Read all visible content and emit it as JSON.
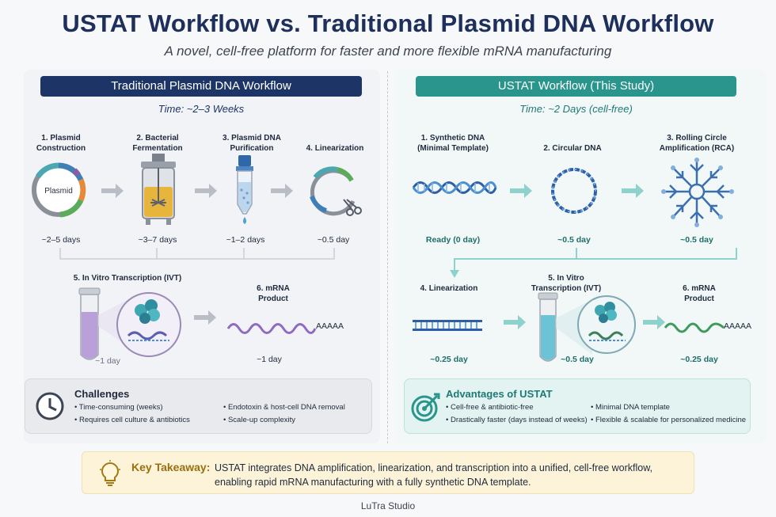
{
  "title": "USTAT Workflow vs. Traditional Plasmid DNA Workflow",
  "subtitle": "A novel, cell-free platform for faster and more flexible mRNA manufacturing",
  "colors": {
    "navy": "#1d3466",
    "teal": "#2a958d",
    "tealText": "#1e7a74",
    "arrowGray": "#b9bec6",
    "arrowTeal": "#8fd2cb"
  },
  "traditional": {
    "header": "Traditional Plasmid DNA Workflow",
    "time": "Time: ~2–3 Weeks",
    "steps": [
      {
        "label1": "1. Plasmid",
        "label2": "Construction",
        "inner": "Plasmid",
        "duration": "~2–5 days",
        "icon": "plasmid-ring-icon"
      },
      {
        "label1": "2. Bacterial",
        "label2": "Fermentation",
        "duration": "~3–7 days",
        "icon": "bioreactor-icon"
      },
      {
        "label1": "3. Plasmid DNA",
        "label2": "Purification",
        "duration": "~1–2 days",
        "icon": "purification-column-icon"
      },
      {
        "label1": "4. Linearization",
        "label2": "",
        "duration": "~0.5 day",
        "icon": "scissors-plasmid-icon"
      },
      {
        "label1": "5. In Vitro Transcription (IVT)",
        "label2": "",
        "duration": "~1 day",
        "icon": "test-tube-icon"
      },
      {
        "label1": "6. mRNA",
        "label2": "Product",
        "duration": "~1 day",
        "tail": "AAAAA",
        "icon": "mrna-wave-icon"
      }
    ],
    "challenges": {
      "title": "Challenges",
      "bullets": [
        "Time-consuming (weeks)",
        "Requires cell culture & antibiotics",
        "Endotoxin & host-cell DNA removal",
        "Scale-up complexity"
      ]
    }
  },
  "ustat": {
    "header": "USTAT Workflow (This Study)",
    "time": "Time: ~2 Days (cell-free)",
    "steps": [
      {
        "label1": "1. Synthetic DNA",
        "label2": "(Minimal Template)",
        "duration": "Ready (0 day)",
        "icon": "dna-helix-icon"
      },
      {
        "label1": "2. Circular DNA",
        "label2": "",
        "duration": "~0.5 day",
        "icon": "circular-dna-icon"
      },
      {
        "label1": "3. Rolling Circle",
        "label2": "Amplification (RCA)",
        "duration": "~0.5 day",
        "icon": "rca-product-icon"
      },
      {
        "label1": "4. Linearization",
        "label2": "",
        "duration": "~0.25 day",
        "icon": "linear-dna-icon"
      },
      {
        "label1": "5. In Vitro",
        "label2": "Transcription (IVT)",
        "duration": "~0.5 day",
        "icon": "test-tube-icon"
      },
      {
        "label1": "6. mRNA",
        "label2": "Product",
        "duration": "~0.25 day",
        "tail": "AAAAA",
        "icon": "mrna-wave-icon"
      }
    ],
    "advantages": {
      "title": "Advantages of USTAT",
      "bullets": [
        "Cell-free & antibiotic-free",
        "Drastically faster (days instead of weeks)",
        "Minimal DNA template",
        "Flexible & scalable for personalized medicine"
      ]
    }
  },
  "takeaway": {
    "head": "Key Takeaway:",
    "line1": "USTAT integrates DNA amplification, linearization, and transcription into a unified, cell-free workflow,",
    "line2": "enabling rapid mRNA manufacturing with a fully synthetic DNA template."
  },
  "footer": "LuTra Studio"
}
